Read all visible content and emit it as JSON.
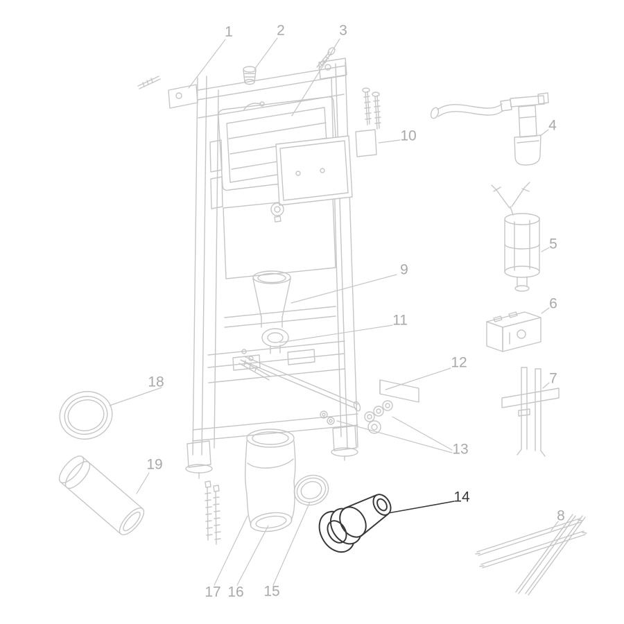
{
  "diagram": {
    "type": "exploded-parts-diagram",
    "highlighted_part": "14",
    "colors": {
      "background": "#ffffff",
      "line": "#c6c6c6",
      "label": "#a9a9a9",
      "highlight": "#383838"
    },
    "callouts": {
      "c1": {
        "label": "1"
      },
      "c2": {
        "label": "2"
      },
      "c3": {
        "label": "3"
      },
      "c4": {
        "label": "4"
      },
      "c5": {
        "label": "5"
      },
      "c6": {
        "label": "6"
      },
      "c7": {
        "label": "7"
      },
      "c8": {
        "label": "8"
      },
      "c9": {
        "label": "9"
      },
      "c10": {
        "label": "10"
      },
      "c11": {
        "label": "11"
      },
      "c12": {
        "label": "12"
      },
      "c13": {
        "label": "13"
      },
      "c14": {
        "label": "14"
      },
      "c15": {
        "label": "15"
      },
      "c16": {
        "label": "16"
      },
      "c17": {
        "label": "17"
      },
      "c18": {
        "label": "18"
      },
      "c19": {
        "label": "19"
      }
    }
  }
}
